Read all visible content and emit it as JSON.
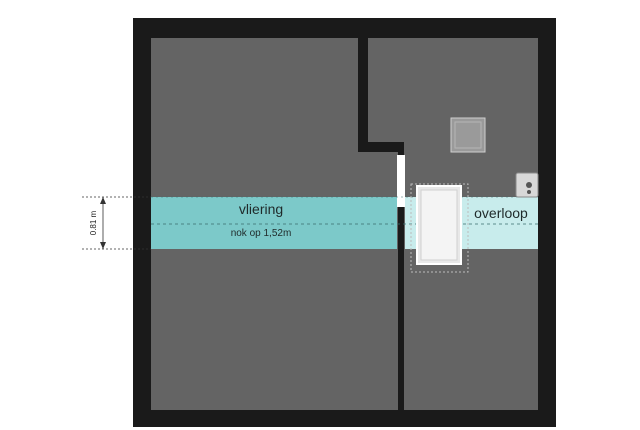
{
  "plan": {
    "rooms": {
      "vliering_label": "vliering",
      "vliering_sublabel": "nok op 1,52m",
      "overloop_label": "overloop"
    },
    "dimension": {
      "height_label": "0.81 m"
    },
    "colors": {
      "wall": "#1a1a1a",
      "floor": "#646464",
      "zone_vliering": "#7cc9c9",
      "zone_overloop": "#c8ecec",
      "skylight": "#9a9a9a",
      "stair": "#e8e8e8"
    },
    "icons": {
      "skylight": "skylight-icon",
      "stair": "stair-icon",
      "boiler": "boiler-icon"
    }
  }
}
